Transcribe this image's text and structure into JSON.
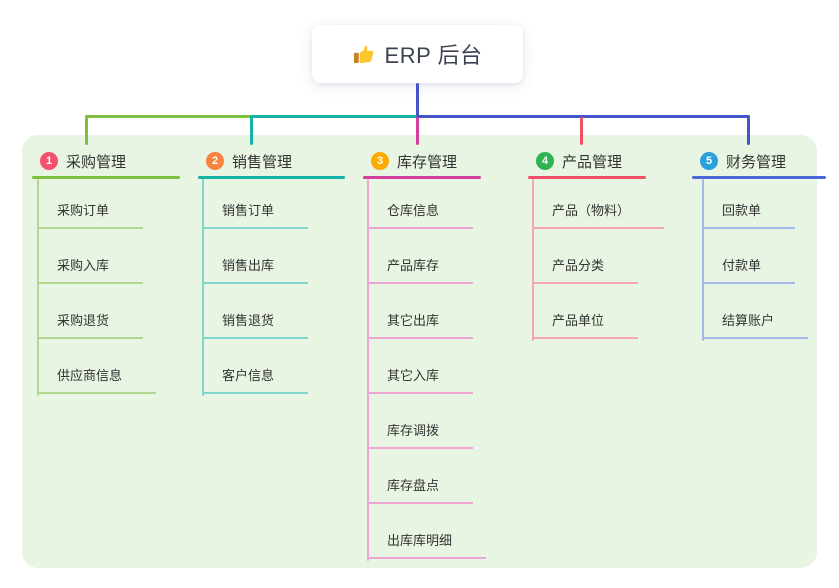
{
  "colors": {
    "page_bg": "#ffffff",
    "panel_bg": "#e8f5e2",
    "text": "#333333",
    "root_text": "#3b4252",
    "root_connector": "#4355c8"
  },
  "root": {
    "label": "ERP 后台",
    "icon": "thumbs-up-icon"
  },
  "branches": [
    {
      "number": "1",
      "label": "采购管理",
      "badge_color": "#f4516c",
      "line_color": "#7ebf3f",
      "light_color": "#afd88d",
      "children": [
        "采购订单",
        "采购入库",
        "采购退货",
        "供应商信息"
      ]
    },
    {
      "number": "2",
      "label": "销售管理",
      "badge_color": "#f98440",
      "line_color": "#15b2a8",
      "light_color": "#81d5cc",
      "children": [
        "销售订单",
        "销售出库",
        "销售退货",
        "客户信息"
      ]
    },
    {
      "number": "3",
      "label": "库存管理",
      "badge_color": "#ffaa00",
      "line_color": "#d23f9f",
      "light_color": "#eda6d1",
      "children": [
        "仓库信息",
        "产品库存",
        "其它出库",
        "其它入库",
        "库存调拨",
        "库存盘点",
        "出库库明细"
      ]
    },
    {
      "number": "4",
      "label": "产品管理",
      "badge_color": "#2fb351",
      "line_color": "#f35068",
      "light_color": "#f6a7af",
      "children": [
        "产品（物料）",
        "产品分类",
        "产品单位"
      ]
    },
    {
      "number": "5",
      "label": "财务管理",
      "badge_color": "#29a1dd",
      "line_color": "#4b68d8",
      "light_color": "#a7b8ea",
      "children": [
        "回款单",
        "付款单",
        "结算账户"
      ]
    }
  ]
}
